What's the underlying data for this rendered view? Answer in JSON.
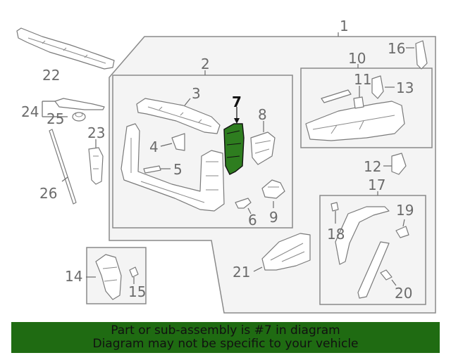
{
  "diagram": {
    "highlighted_part": "7",
    "highlight_color": "#2e7d1f",
    "callouts": {
      "c1": "1",
      "c2": "2",
      "c3": "3",
      "c4": "4",
      "c5": "5",
      "c6": "6",
      "c7": "7",
      "c8": "8",
      "c9": "9",
      "c10": "10",
      "c11": "11",
      "c12": "12",
      "c13": "13",
      "c14": "14",
      "c15": "15",
      "c16": "16",
      "c17": "17",
      "c18": "18",
      "c19": "19",
      "c20": "20",
      "c21": "21",
      "c22": "22",
      "c23": "23",
      "c24": "24",
      "c25": "25",
      "c26": "26"
    }
  },
  "banner": {
    "line1": "Part or sub-assembly is #7 in diagram",
    "line2": "Diagram may not be specific to your vehicle",
    "background": "#1f6b12"
  }
}
